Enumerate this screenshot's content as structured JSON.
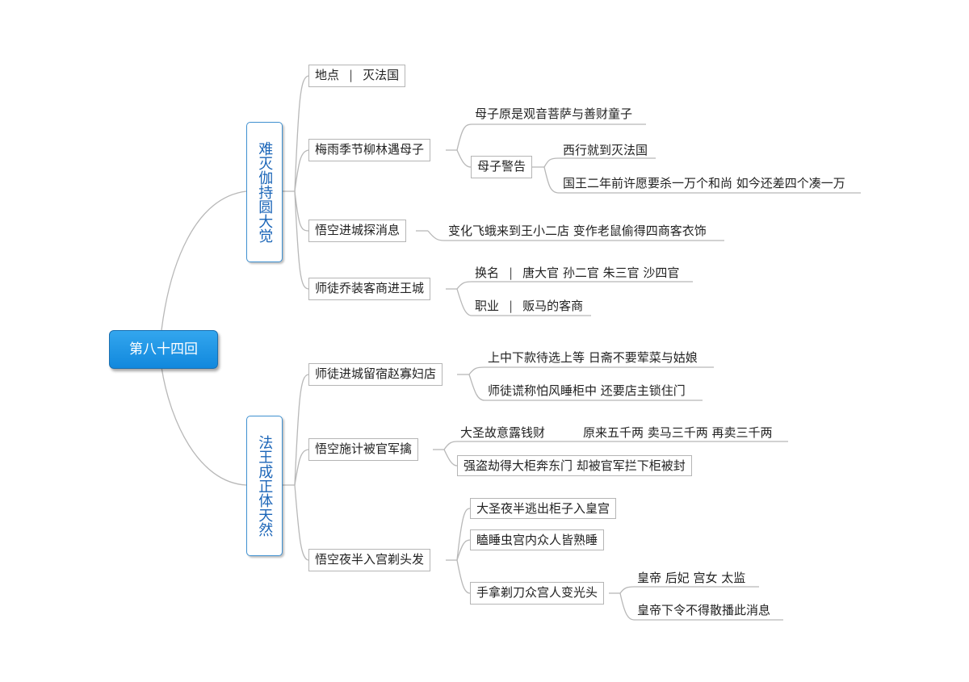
{
  "root": "第八十四回",
  "branches": [
    {
      "title": "难灭伽持圆大觉",
      "items": {
        "location": {
          "label": "地点",
          "value": "灭法国"
        },
        "rainy": {
          "label": "梅雨季节柳林遇母子",
          "mother_origin": "母子原是观音菩萨与善财童子",
          "warning": "母子警告",
          "warn_1": "西行就到灭法国",
          "warn_2": "国王二年前许愿要杀一万个和尚 如今还差四个凑一万"
        },
        "scout": {
          "label": "悟空进城探消息",
          "detail": "变化飞蛾来到王小二店 变作老鼠偷得四商客衣饰"
        },
        "disguise": {
          "label": "师徒乔装客商进王城",
          "rename_key": "换名",
          "rename_value": "唐大官 孙二官 朱三官 沙四官",
          "job_key": "职业",
          "job_value": "贩马的客商"
        }
      }
    },
    {
      "title": "法王成正体天然",
      "items": {
        "inn": {
          "label": "师徒进城留宿赵寡妇店",
          "d1": "上中下款待选上等 日斋不要荤菜与姑娘",
          "d2": "师徒谎称怕风睡柜中 还要店主锁住门"
        },
        "trick": {
          "label": "悟空施计被官军擒",
          "d1a": "大圣故意露钱财",
          "d1b": "原来五千两 卖马三千两 再卖三千两",
          "d2": "强盗劫得大柜奔东门 却被官军拦下柜被封"
        },
        "shave": {
          "label": "悟空夜半入宫剃头发",
          "d1": "大圣夜半逃出柜子入皇宫",
          "d2": "瞌睡虫宫内众人皆熟睡",
          "d3": "手拿剃刀众宫人变光头",
          "d3a": "皇帝 后妃 宫女 太监",
          "d3b": "皇帝下令不得散播此消息"
        }
      }
    }
  ]
}
